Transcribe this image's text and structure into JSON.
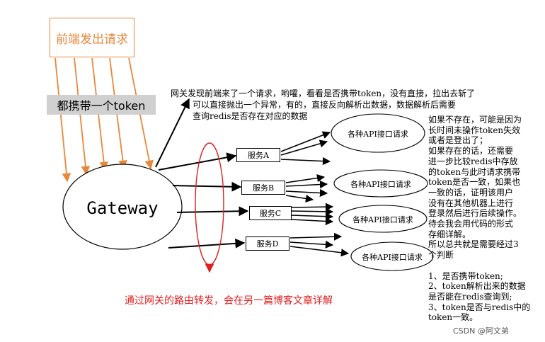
{
  "frontend": {
    "label": "前端发出请求"
  },
  "token_label": "都携带一个token",
  "gateway": {
    "label": "Gateway"
  },
  "services": [
    "服务A",
    "服务B",
    "服务C",
    "服务D"
  ],
  "apis": [
    "各种API接口请求",
    "各种API接口请求",
    "各种API接口请求",
    "各种API接口请求"
  ],
  "notes": {
    "top_lines": [
      "网关发现前端来了一个请求，哟嚯，看看是否携带token，没有直接，拉出去斩了",
      "可以直接抛出一个异常，有的，直接反向解析出数据，数据解析后需要",
      "查询redis是否存在对应的数据"
    ],
    "right": "如果不存在，可能是因为\n长时间未操作token失效\n或者是登出了；\n如果存在的话，还需要\n进一步比较redis中存放\n的token与此时请求携带\ntoken是否一致，如果也\n一致的话，证明该用户\n没有在其他机器上进行\n登录然后进行后续操作。\n待会我会用代码的形式\n存细详解。\n所以总共就是需要经过3\n个判断\n\n1、是否携带token;\n2、token解析出来的数据\n是否能在redis查询到;\n3、token是否与redis中的\ntoken一致。",
    "route": "通过网关的路由转发，会在另一篇博客文章详解"
  },
  "watermark": "CSDN @阿文弟",
  "colors": {
    "orange": "#e8873a",
    "red": "#e02020",
    "token_bg": "#d0d0d0"
  }
}
